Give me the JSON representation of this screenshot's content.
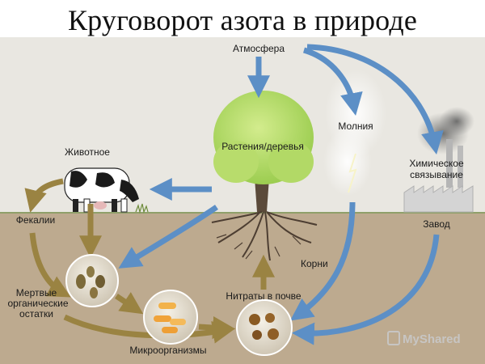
{
  "title": "Круговорот азота в природе",
  "labels": {
    "atmosphere": "Атмосфера",
    "plants": "Растения/деревья",
    "lightning": "Молния",
    "chemical_fixation_1": "Химическое",
    "chemical_fixation_2": "связывание",
    "plant": "Завод",
    "animal": "Животное",
    "feces": "Фекалии",
    "dead_matter_1": "Мертвые",
    "dead_matter_2": "органические",
    "dead_matter_3": "остатки",
    "nitrates": "Нитраты в почве",
    "roots": "Корни",
    "microorganisms": "Микроорганизмы"
  },
  "watermark": "MyShared",
  "colors": {
    "sky": "#e9e7e1",
    "soil": "#bdaa8f",
    "blue_arrow": "#5c8fc6",
    "brown_arrow": "#9a8342",
    "tree": "#b9dc72"
  }
}
